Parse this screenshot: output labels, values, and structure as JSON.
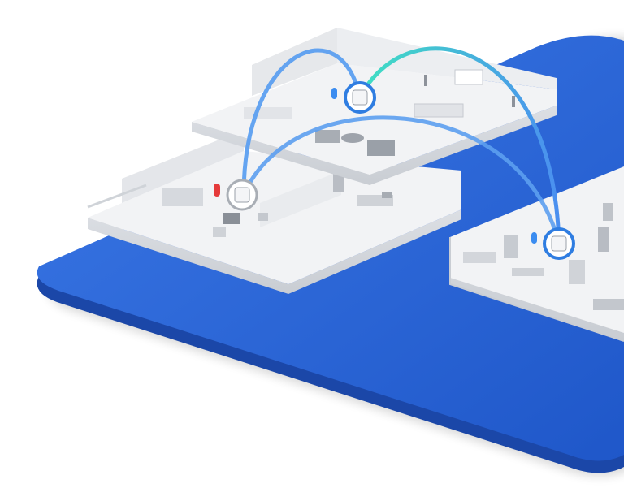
{
  "diagram": {
    "nodes": [
      {
        "id": "node-upper-floor",
        "status": "blue"
      },
      {
        "id": "node-middle-floor",
        "status": "red"
      },
      {
        "id": "node-right-floor",
        "status": "blue"
      }
    ],
    "links": [
      {
        "from": "node-middle-floor",
        "to": "node-upper-floor",
        "style": "blue"
      },
      {
        "from": "node-upper-floor",
        "to": "node-right-floor",
        "style": "teal-gradient"
      },
      {
        "from": "node-middle-floor",
        "to": "node-right-floor",
        "style": "blue"
      }
    ]
  },
  "colors": {
    "platform": "#2a64d6",
    "platform_edge": "#1b47a8",
    "floor_top": "#f2f3f5",
    "floor_side": "#d7dadf",
    "wall": "#e6e8eb",
    "furniture": "#bfc3c9",
    "arc_blue": "#5c9ff0",
    "arc_teal": "#3fe0c2",
    "node_ring": "#2f7de1",
    "led_blue": "#3b8cf0",
    "led_red": "#e53a3a"
  }
}
